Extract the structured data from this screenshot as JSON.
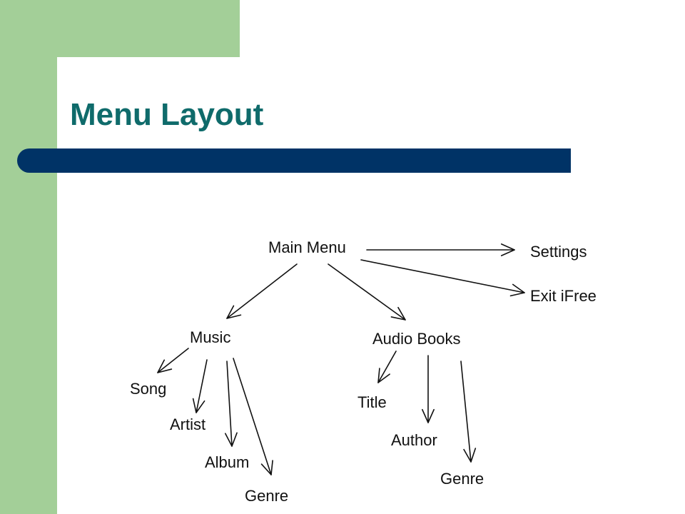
{
  "colors": {
    "green_accent": "#a3cf98",
    "navy_bar": "#003366",
    "title_teal": "#0f6b6b",
    "background": "#ffffff"
  },
  "slide": {
    "title": "Menu Layout"
  },
  "diagram": {
    "nodes": {
      "main_menu": "Main Menu",
      "settings": "Settings",
      "exit_ifree": "Exit iFree",
      "music": "Music",
      "audio_books": "Audio Books",
      "music_song": "Song",
      "music_artist": "Artist",
      "music_album": "Album",
      "music_genre": "Genre",
      "books_title": "Title",
      "books_author": "Author",
      "books_genre": "Genre"
    },
    "edges": [
      [
        "main_menu",
        "settings"
      ],
      [
        "main_menu",
        "exit_ifree"
      ],
      [
        "main_menu",
        "music"
      ],
      [
        "main_menu",
        "audio_books"
      ],
      [
        "music",
        "music_song"
      ],
      [
        "music",
        "music_artist"
      ],
      [
        "music",
        "music_album"
      ],
      [
        "music",
        "music_genre"
      ],
      [
        "audio_books",
        "books_title"
      ],
      [
        "audio_books",
        "books_author"
      ],
      [
        "audio_books",
        "books_genre"
      ]
    ]
  }
}
